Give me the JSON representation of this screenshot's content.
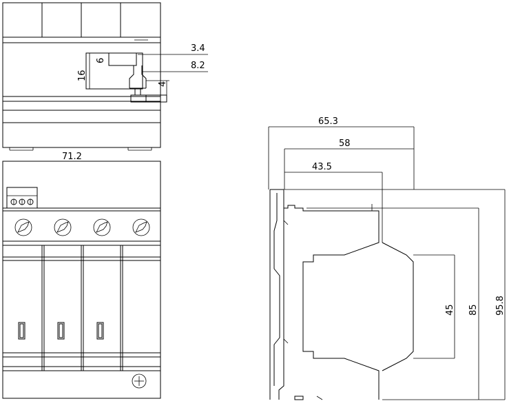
{
  "dimensions": {
    "top_view": {
      "d_3_4": "3.4",
      "d_6": "6",
      "d_8_2": "8.2",
      "d_16": "16",
      "d_4": "4",
      "width": "71.2"
    },
    "side_view": {
      "d_65_3": "65.3",
      "d_58": "58",
      "d_43_5": "43.5",
      "h_45": "45",
      "h_85": "85",
      "h_95_8": "95.8"
    }
  }
}
